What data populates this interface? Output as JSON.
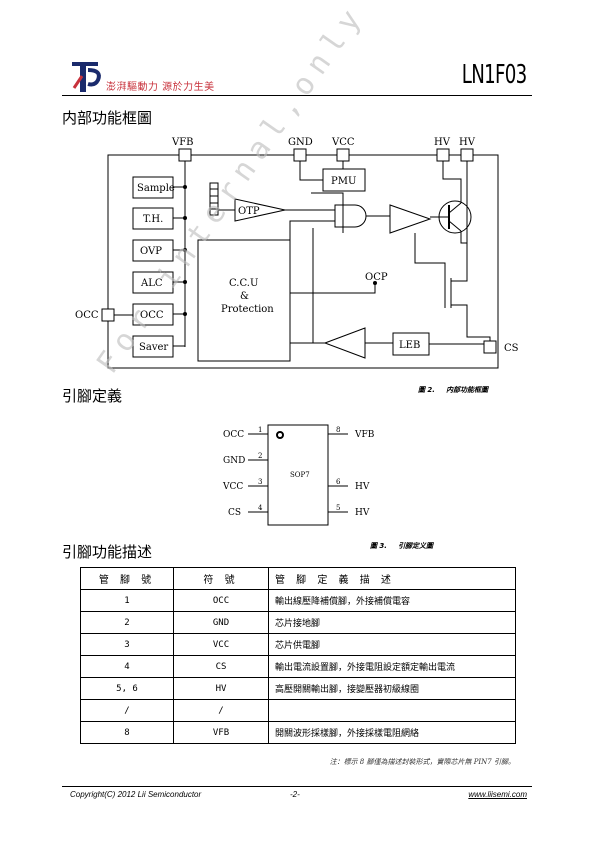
{
  "header": {
    "slogan": "澎湃驅動力 源於力生美",
    "part_number": "LN1F03"
  },
  "sections": {
    "block_diagram": "内部功能框圖",
    "pin_definition": "引腳定義",
    "pin_description": "引腳功能描述"
  },
  "block_diagram": {
    "pins": {
      "vfb": "VFB",
      "gnd": "GND",
      "vcc": "VCC",
      "hv1": "HV",
      "hv2": "HV",
      "occ": "OCC",
      "cs": "CS"
    },
    "blocks": {
      "sample": "Sample",
      "th": "T.H.",
      "ovp": "OVP",
      "alc": "ALC",
      "occ": "OCC",
      "saver": "Saver",
      "ccu1": "C.C.U",
      "ccu2": "&",
      "ccu3": "Protection",
      "otp": "OTP",
      "pmu": "PMU",
      "leb": "LEB",
      "ocp": "OCP"
    },
    "caption_num": "圖 2.",
    "caption_text": "内部功能框圖"
  },
  "package": {
    "name": "SOP7",
    "left_pins": [
      {
        "num": "1",
        "label": "OCC"
      },
      {
        "num": "2",
        "label": "GND"
      },
      {
        "num": "3",
        "label": "VCC"
      },
      {
        "num": "4",
        "label": "CS"
      }
    ],
    "right_pins": [
      {
        "num": "8",
        "label": "VFB"
      },
      {
        "num": "6",
        "label": "HV"
      },
      {
        "num": "5",
        "label": "HV"
      }
    ],
    "caption_num": "圖 3.",
    "caption_text": "引腳定义圖"
  },
  "pin_table": {
    "headers": [
      "管 腳 號",
      "符 號",
      "管 腳 定 義 描 述"
    ],
    "rows": [
      {
        "pin": "1",
        "symbol": "OCC",
        "desc": "輸出線壓降補償腳，外接補償電容"
      },
      {
        "pin": "2",
        "symbol": "GND",
        "desc": "芯片接地腳"
      },
      {
        "pin": "3",
        "symbol": "VCC",
        "desc": "芯片供電腳"
      },
      {
        "pin": "4",
        "symbol": "CS",
        "desc": "輸出電流設置腳，外接電阻設定額定輸出電流"
      },
      {
        "pin": "5, 6",
        "symbol": "HV",
        "desc": "高壓開關輸出腳，接變壓器初級線圈"
      },
      {
        "pin": "/",
        "symbol": "/",
        "desc": ""
      },
      {
        "pin": "8",
        "symbol": "VFB",
        "desc": "開關波形採樣腳，外接採樣電阻網絡"
      }
    ]
  },
  "note": "注：標示 8 腳僅為描述封裝形式，實際芯片無 PIN7 引腳。",
  "footer": {
    "copyright": "Copyright(C) 2012   Lii Semiconductor",
    "page": "-2-",
    "url": "www.liisemi.com"
  },
  "watermark": "For internal,only",
  "colors": {
    "brand": "#1a2a6c",
    "slogan": "#c8323c"
  }
}
